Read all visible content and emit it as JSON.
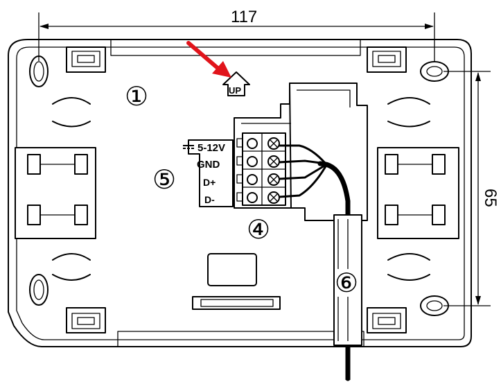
{
  "dimensions": {
    "width_label": "117",
    "height_label": "65"
  },
  "markers": {
    "m1": "①",
    "m4": "④",
    "m5": "⑤",
    "m6": "⑥"
  },
  "labels": {
    "up": "UP",
    "power": "5-12V",
    "gnd": "GND",
    "d_plus": "D+",
    "d_minus": "D-"
  },
  "colors": {
    "arrow": "#e1141b",
    "line": "#000000",
    "background": "#ffffff"
  },
  "icons": [
    "dc-symbol-icon",
    "up-arrow-icon",
    "terminal-screw-icon"
  ]
}
